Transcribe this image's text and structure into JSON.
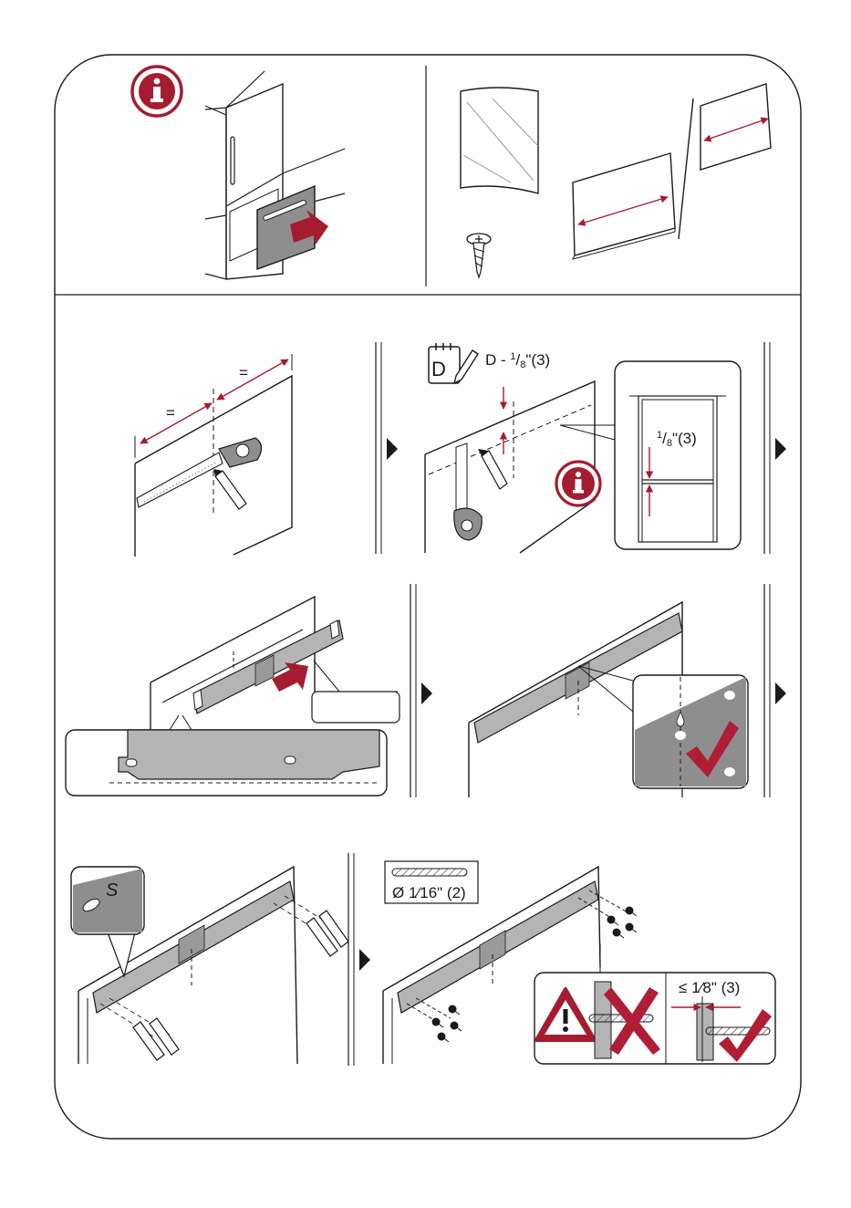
{
  "colors": {
    "accent_red": "#a51c30",
    "panel_gray": "#8e8e8e",
    "bracket_gray": "#b4b4b4",
    "line_dark": "#1a1a1a",
    "check_red": "#b01e35"
  },
  "icons": {
    "info": "info-icon",
    "notepad": "notepad-pencil-icon",
    "warning": "warning-triangle-icon",
    "screw": "screw-icon",
    "drill_bit": "drill-bit-icon",
    "tape_measure": "tape-measure-icon",
    "check": "checkmark-icon",
    "cross": "cross-icon",
    "next": "next-step-arrow-icon"
  },
  "step2": {
    "equal_left": "=",
    "equal_right": "="
  },
  "step3": {
    "note_letter": "D",
    "formula_prefix": "D - ",
    "formula_num": "1",
    "formula_den": "8",
    "formula_suffix": "\"(3)",
    "detail_num": "1",
    "detail_den": "8",
    "detail_suffix": "\"(3)"
  },
  "step6": {
    "hole_label": "S"
  },
  "step7": {
    "drill_prefix": "Ø ",
    "drill_fraction": "1⁄16",
    "drill_suffix": "\" (2)",
    "gap_prefix": "≤ ",
    "gap_fraction": "1⁄8",
    "gap_suffix": "\" (3)"
  }
}
